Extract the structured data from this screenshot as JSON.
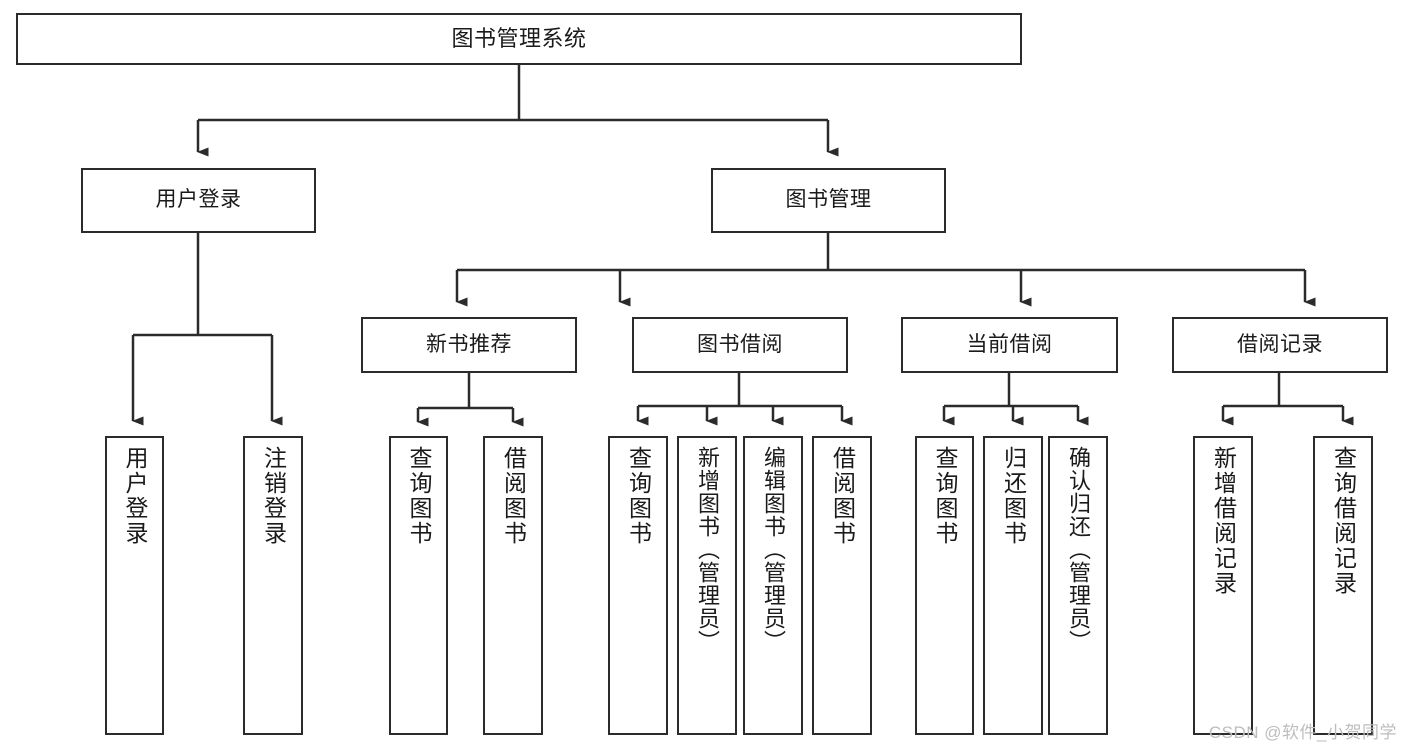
{
  "diagram": {
    "title": "图书管理系统",
    "type": "tree-hierarchy-diagram",
    "colors": {
      "stroke": "#2b2b2b",
      "fill": "#ffffff",
      "text": "#1a1a1a",
      "watermark": "#bdbdbd"
    },
    "root": {
      "label": "图书管理系统"
    },
    "level2": [
      {
        "label": "用户登录"
      },
      {
        "label": "图书管理"
      }
    ],
    "level3": [
      {
        "label": "新书推荐"
      },
      {
        "label": "图书借阅"
      },
      {
        "label": "当前借阅"
      },
      {
        "label": "借阅记录"
      }
    ],
    "leaves": {
      "user_login": [
        {
          "label": "用户登录"
        },
        {
          "label": "注销登录"
        }
      ],
      "new_book_recommend": [
        {
          "label": "查询图书"
        },
        {
          "label": "借阅图书"
        }
      ],
      "book_borrow": [
        {
          "label": "查询图书"
        },
        {
          "label": "新增图书（管理员）"
        },
        {
          "label": "编辑图书（管理员）"
        },
        {
          "label": "借阅图书"
        }
      ],
      "current_borrow": [
        {
          "label": "查询图书"
        },
        {
          "label": "归还图书"
        },
        {
          "label": "确认归还（管理员）"
        }
      ],
      "borrow_record": [
        {
          "label": "新增借阅记录"
        },
        {
          "label": "查询借阅记录"
        }
      ]
    }
  },
  "watermark": {
    "text": "CSDN @软件_小贺同学"
  }
}
